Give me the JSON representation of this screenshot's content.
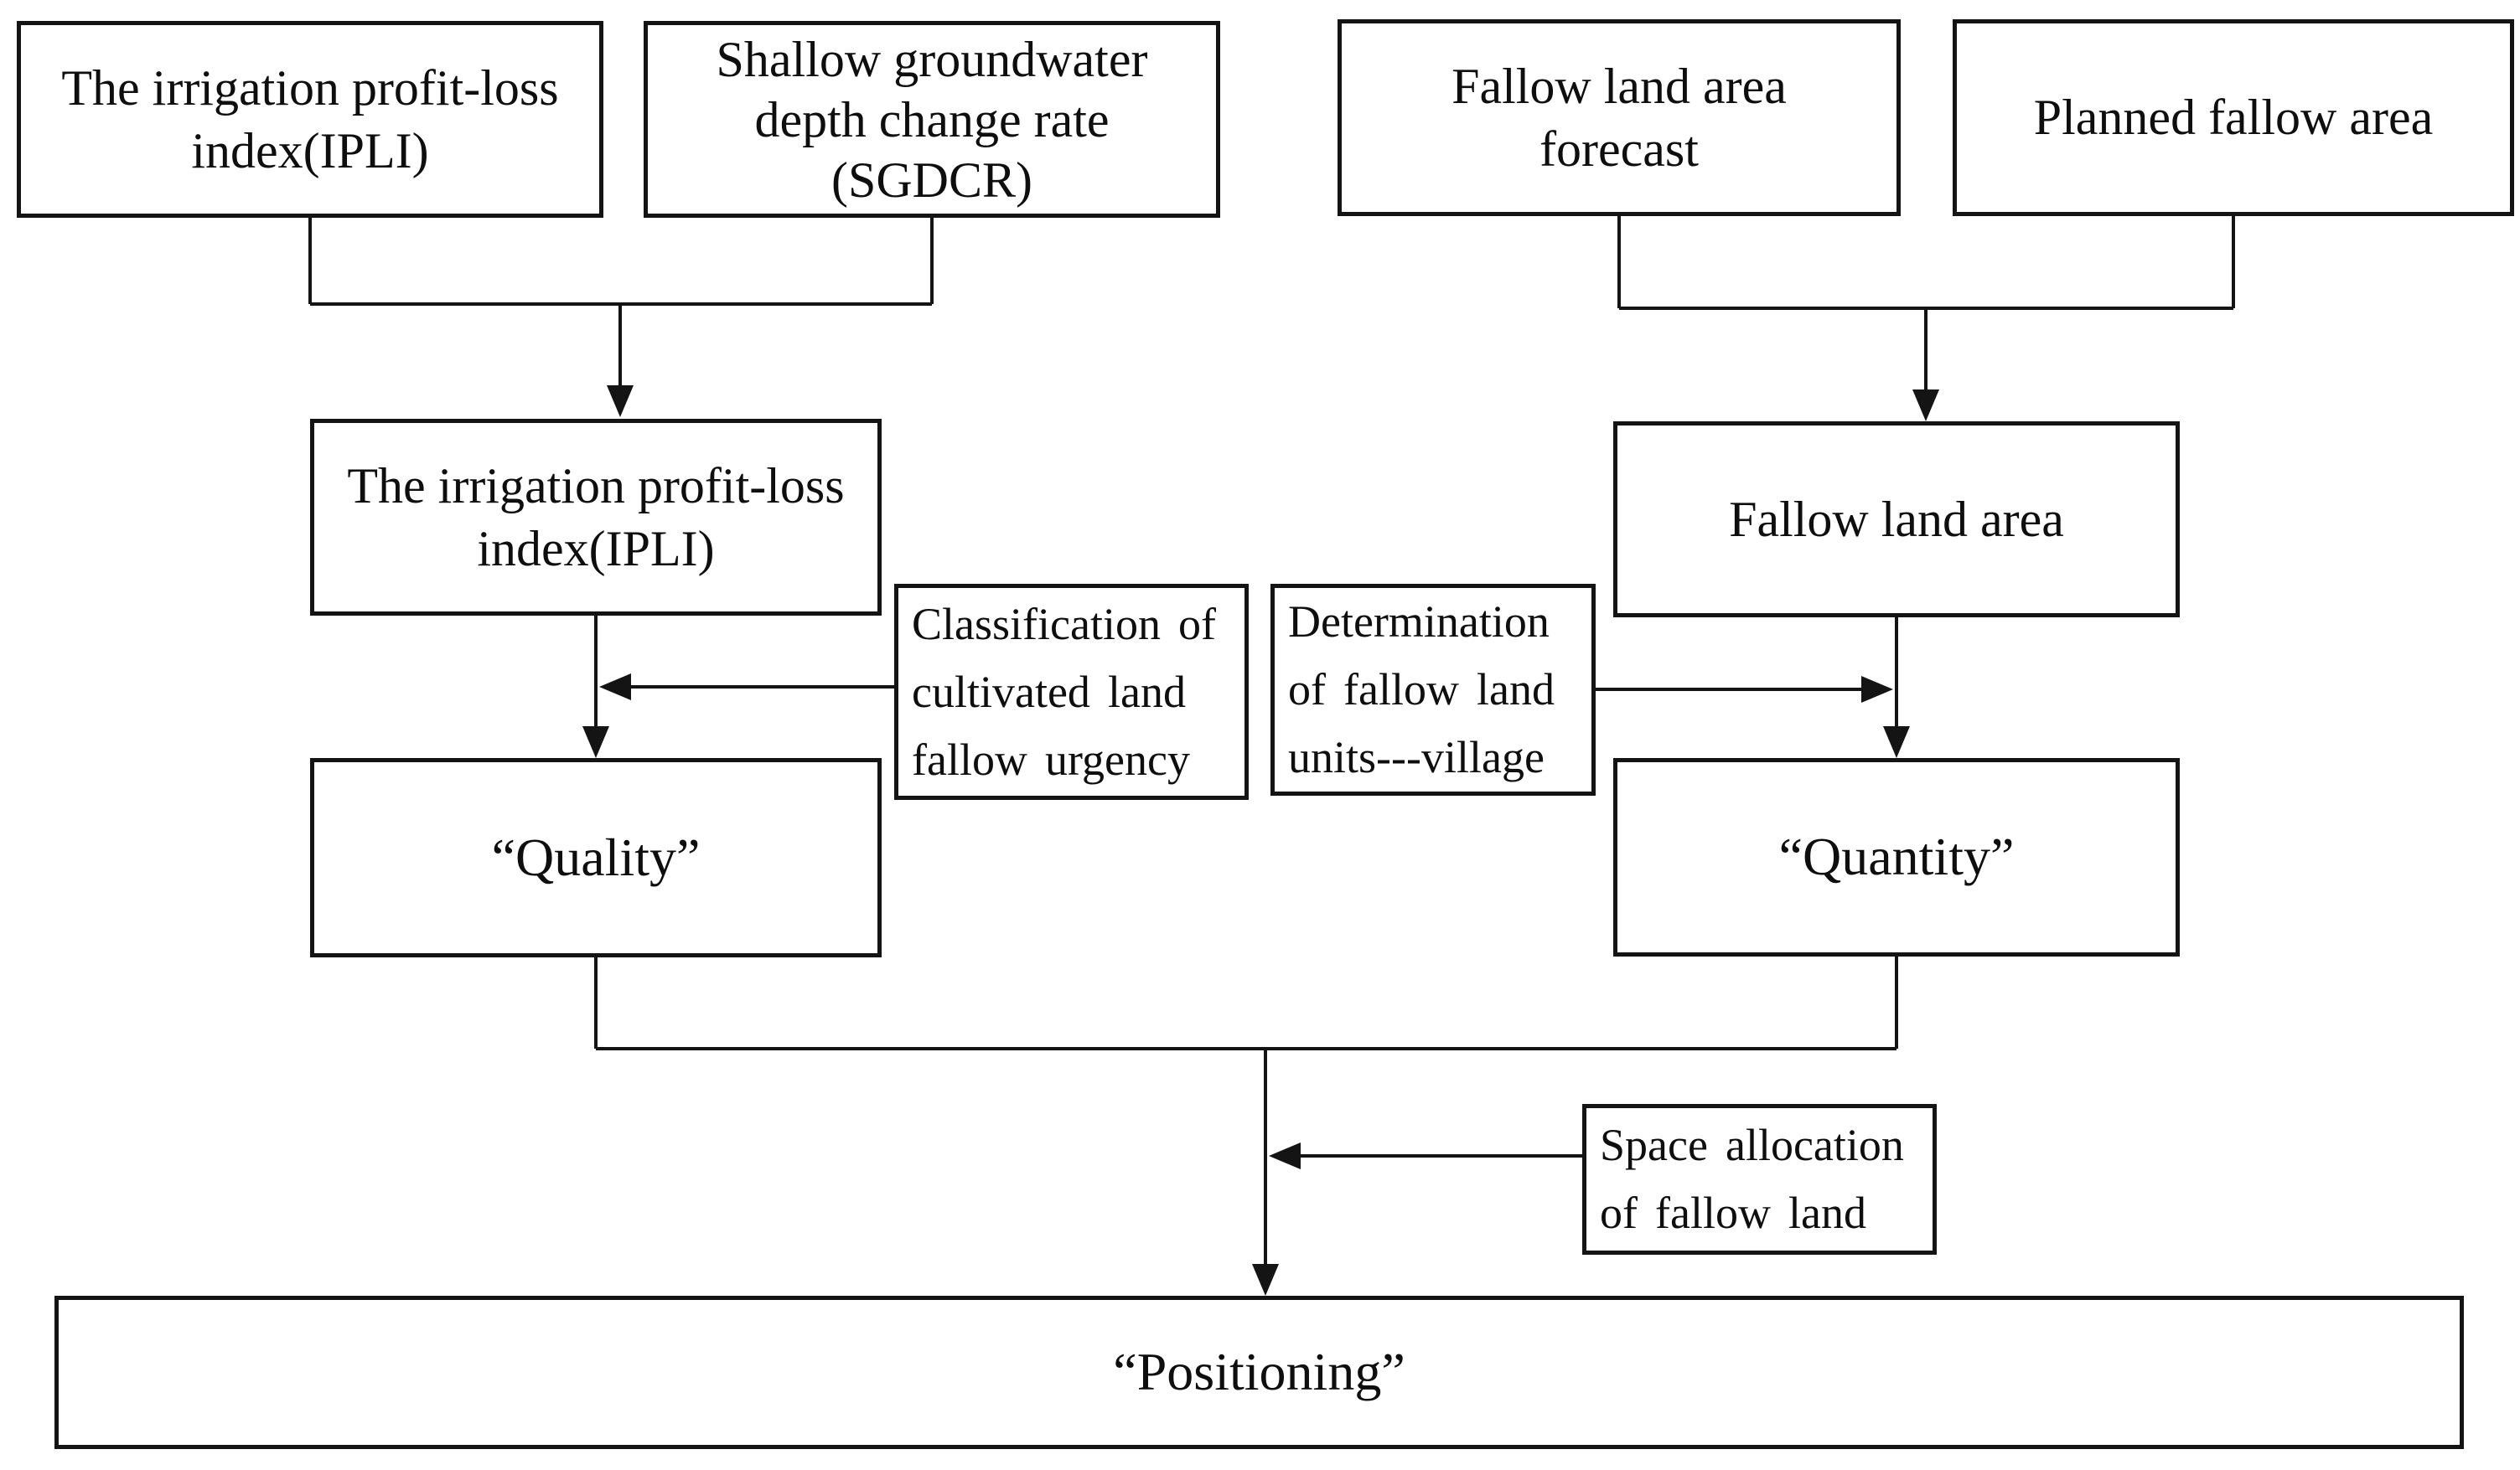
{
  "nodes": {
    "ipli_top": {
      "label": "The irrigation profit-loss\nindex(IPLI)"
    },
    "sgdcr": {
      "label": "Shallow groundwater\ndepth change rate\n(SGDCR)"
    },
    "fallow_forecast": {
      "label": "Fallow land area\nforecast"
    },
    "planned_fallow": {
      "label": "Planned fallow area"
    },
    "ipli_mid": {
      "label": "The irrigation profit-loss\nindex(IPLI)"
    },
    "fallow_area": {
      "label": "Fallow land area"
    },
    "classification": {
      "label": "Classification of\ncultivated land\nfallow urgency"
    },
    "determination": {
      "label": "Determination\nof fallow land\nunits---village"
    },
    "quality": {
      "label": "“Quality”"
    },
    "quantity": {
      "label": "“Quantity”"
    },
    "space_allocation": {
      "label": "Space allocation\nof fallow land"
    },
    "positioning": {
      "label": "“Positioning”"
    }
  },
  "colors": {
    "line": "#141414",
    "box_border": "#141414",
    "text": "#0e0e0e",
    "background": "#ffffff"
  }
}
